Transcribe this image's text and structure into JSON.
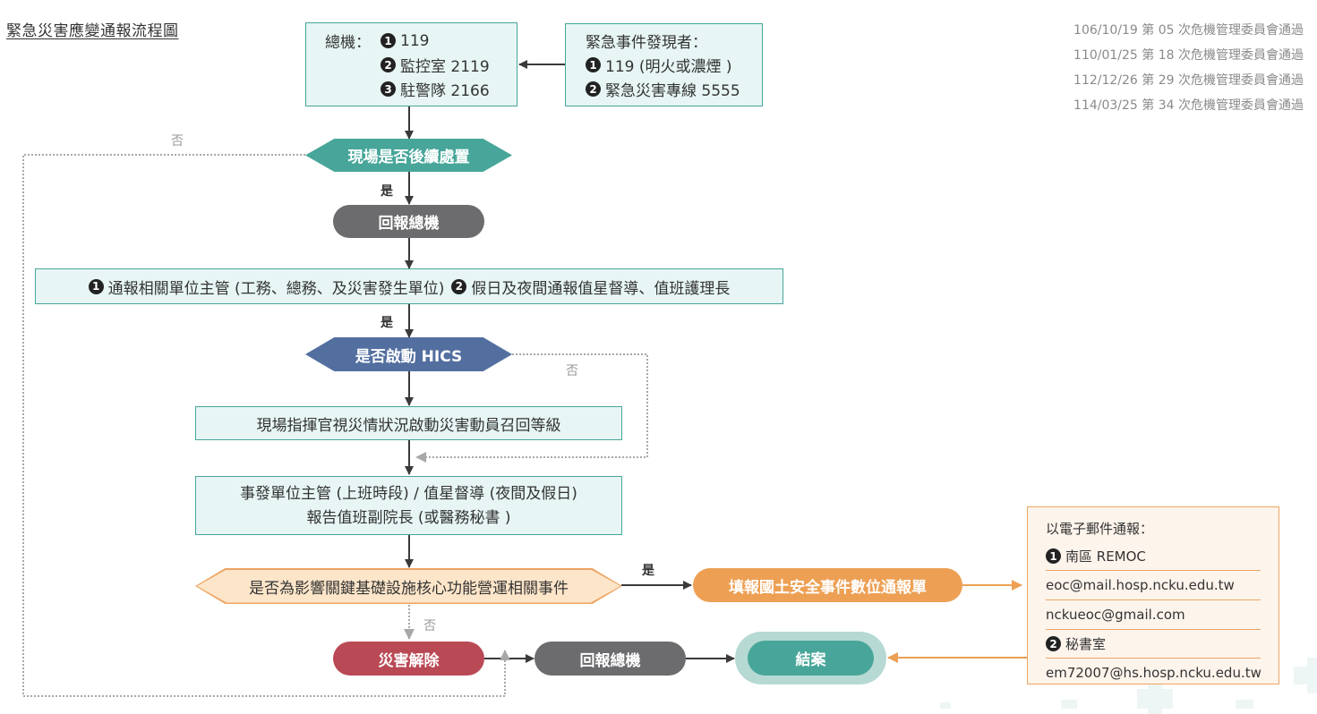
{
  "title": "緊急災害應變通報流程圖",
  "revisions": [
    "106/10/19 第 05 次危機管理委員會通過",
    "110/01/25 第 18 次危機管理委員會通過",
    "112/12/26 第 29 次危機管理委員會通過",
    "114/03/25 第 34 次危機管理委員會通過"
  ],
  "switchboard": {
    "label": "總機：",
    "items": [
      {
        "num": "1",
        "text": "119"
      },
      {
        "num": "2",
        "text": "監控室 2119"
      },
      {
        "num": "3",
        "text": "駐警隊 2166"
      }
    ]
  },
  "discoverer": {
    "label": "緊急事件發現者：",
    "items": [
      {
        "num": "1",
        "text": "119 (明火或濃煙 )"
      },
      {
        "num": "2",
        "text": "緊急災害專線 5555"
      }
    ]
  },
  "nodes": {
    "onsite_followup": "現場是否後續處置",
    "report_switchboard_1": "回報總機",
    "notify": {
      "n1": "1",
      "t1": "通報相關單位主管 (工務、總務、及災害發生單位)",
      "n2": "2",
      "t2": "假日及夜間通報值星督導、值班護理長"
    },
    "hics": "是否啟動 HICS",
    "commander": "現場指揮官視災情狀況啟動災害動員召回等級",
    "report_vp_line1": "事發單位主管 (上班時段) / 值星督導 (夜間及假日)",
    "report_vp_line2": "報告值班副院長 (或醫務秘書 )",
    "infrastructure": "是否為影響關鍵基礎設施核心功能營運相關事件",
    "fill_form": "填報國土安全事件數位通報單",
    "disaster_cleared": "災害解除",
    "report_switchboard_2": "回報總機",
    "close_case": "結案"
  },
  "edge_labels": {
    "yes": "是",
    "no": "否"
  },
  "email": {
    "header": "以電子郵件通報：",
    "sections": [
      {
        "num": "1",
        "name": "南區 REMOC",
        "addresses": [
          "eoc@mail.hosp.ncku.edu.tw",
          "nckueoc@gmail.com"
        ]
      },
      {
        "num": "2",
        "name": "秘書室",
        "addresses": [
          "em72007@hs.hosp.ncku.edu.tw"
        ]
      }
    ]
  },
  "colors": {
    "teal": "#47a699",
    "teal_light": "#e7f5f5",
    "navy": "#536fa0",
    "gray": "#6c6c6e",
    "red": "#b94955",
    "orange": "#eda054",
    "peach": "#fde5c9",
    "halo": "#b6d9d3"
  }
}
